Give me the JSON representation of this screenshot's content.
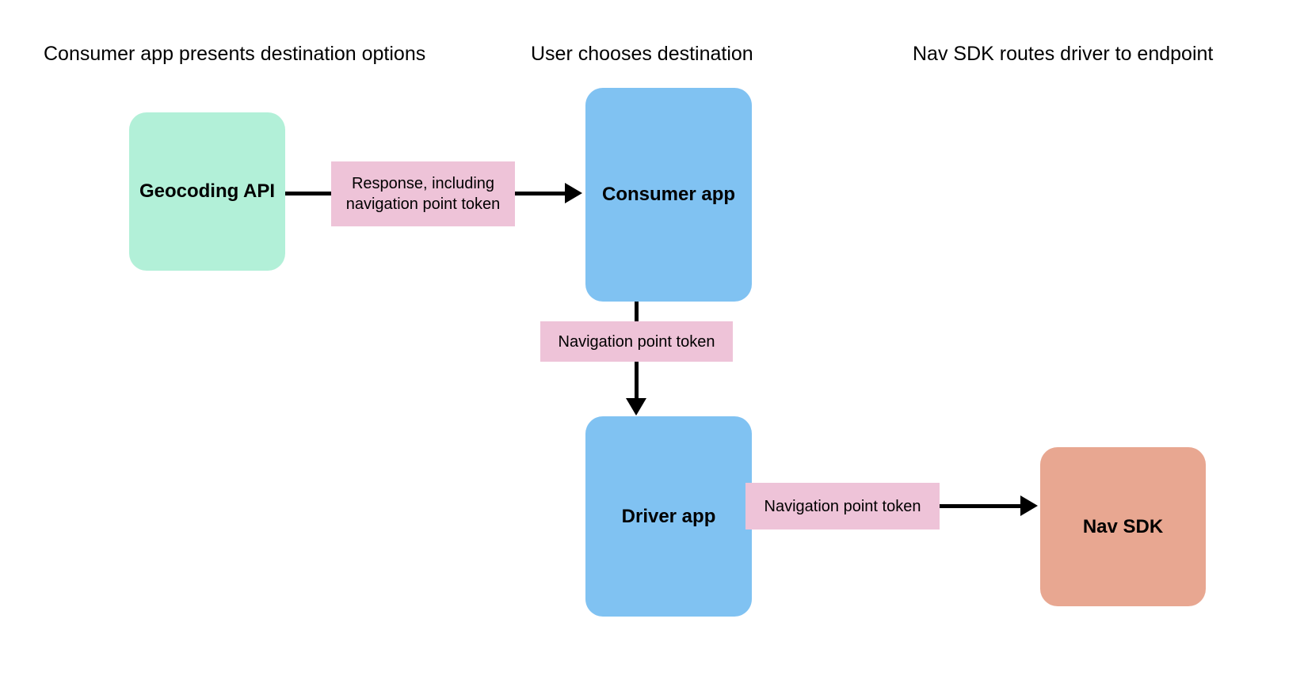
{
  "diagram": {
    "title_columns": [
      {
        "id": "consumer-column",
        "label": "Consumer app presents destination options"
      },
      {
        "id": "user-column",
        "label": "User chooses destination"
      },
      {
        "id": "navsdk-column",
        "label": "Nav SDK routes driver to endpoint"
      }
    ],
    "nodes": [
      {
        "id": "geocoding-api",
        "label": "Geocoding API",
        "color": "#b2f0d8"
      },
      {
        "id": "consumer-app",
        "label": "Consumer app",
        "color": "#80c2f2"
      },
      {
        "id": "driver-app",
        "label": "Driver app",
        "color": "#80c2f2"
      },
      {
        "id": "nav-sdk",
        "label": "Nav SDK",
        "color": "#e8a791"
      }
    ],
    "edges": [
      {
        "id": "geocoding-to-consumer",
        "label": "Response, including navigation point token",
        "from": "geocoding-api",
        "to": "consumer-app",
        "color": "#eec3d8",
        "direction": "right"
      },
      {
        "id": "consumer-to-driver",
        "label": "Navigation point token",
        "from": "consumer-app",
        "to": "driver-app",
        "color": "#eec3d8",
        "direction": "down"
      },
      {
        "id": "driver-to-navsdk",
        "label": "Navigation point token",
        "from": "driver-app",
        "to": "nav-sdk",
        "color": "#eec3d8",
        "direction": "right"
      }
    ],
    "colors": {
      "background": "#ffffff",
      "text": "#000000",
      "connector": "#000000"
    }
  }
}
